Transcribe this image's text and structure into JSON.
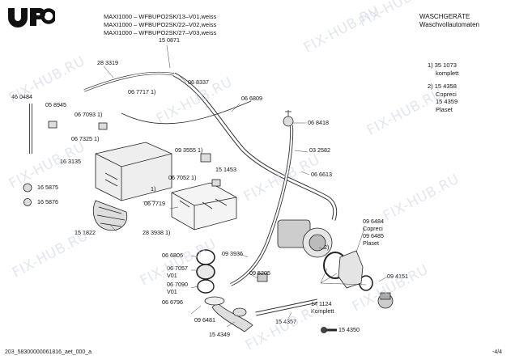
{
  "header": {
    "brand": "UPO",
    "models": [
      "MAXI1000 – WFBUPO2SK/13–V01,weiss",
      "MAXI1000 – WFBUPO2SK/22–V02,weiss",
      "MAXI1000 – WFBUPO2SK/27–V03,weiss"
    ],
    "category_line1": "WASCHGERÄTE",
    "category_line2": "Waschvollautomaten"
  },
  "notes": [
    {
      "lines": [
        "1) 35 1073",
        "komplett"
      ]
    },
    {
      "lines": [
        "2) 15 4358",
        "Copreci",
        "15 4359",
        "Plaset"
      ]
    }
  ],
  "part_labels": [
    "28 3319",
    "15 0871",
    "06 8337",
    "46 0484",
    "05 8945",
    "06 7093 1)",
    "06 7717 1)",
    "06 6809",
    "06 8418",
    "06 7325 1)",
    "09 3555 1)",
    "03 2582",
    "16 3135",
    "15 1453",
    "06 6613",
    "06 7052 1)",
    "16 5875",
    "16 5876",
    "06 7719",
    "28 3938 1)",
    "15 1822",
    "06 6806",
    "06 7057",
    "V01",
    "09 3936",
    "09 5205",
    "06 7090",
    "V01",
    "06 6796",
    "09 6481",
    "15 4349",
    "15 4357",
    "14 1124",
    "Komplett",
    "15 4350",
    "09 6484",
    "Copreci",
    "09 6485",
    "Plaset",
    "09 4151",
    "2)",
    "1)"
  ],
  "watermark": "FIX-HUB.RU",
  "footer": {
    "code": "203_58300000061816_aet_000_a",
    "page": "-4/4"
  },
  "colors": {
    "line": "#222222",
    "watermark": "#c9d3e2",
    "part_fill": "#e8e8e8",
    "dark_part": "#555555"
  }
}
